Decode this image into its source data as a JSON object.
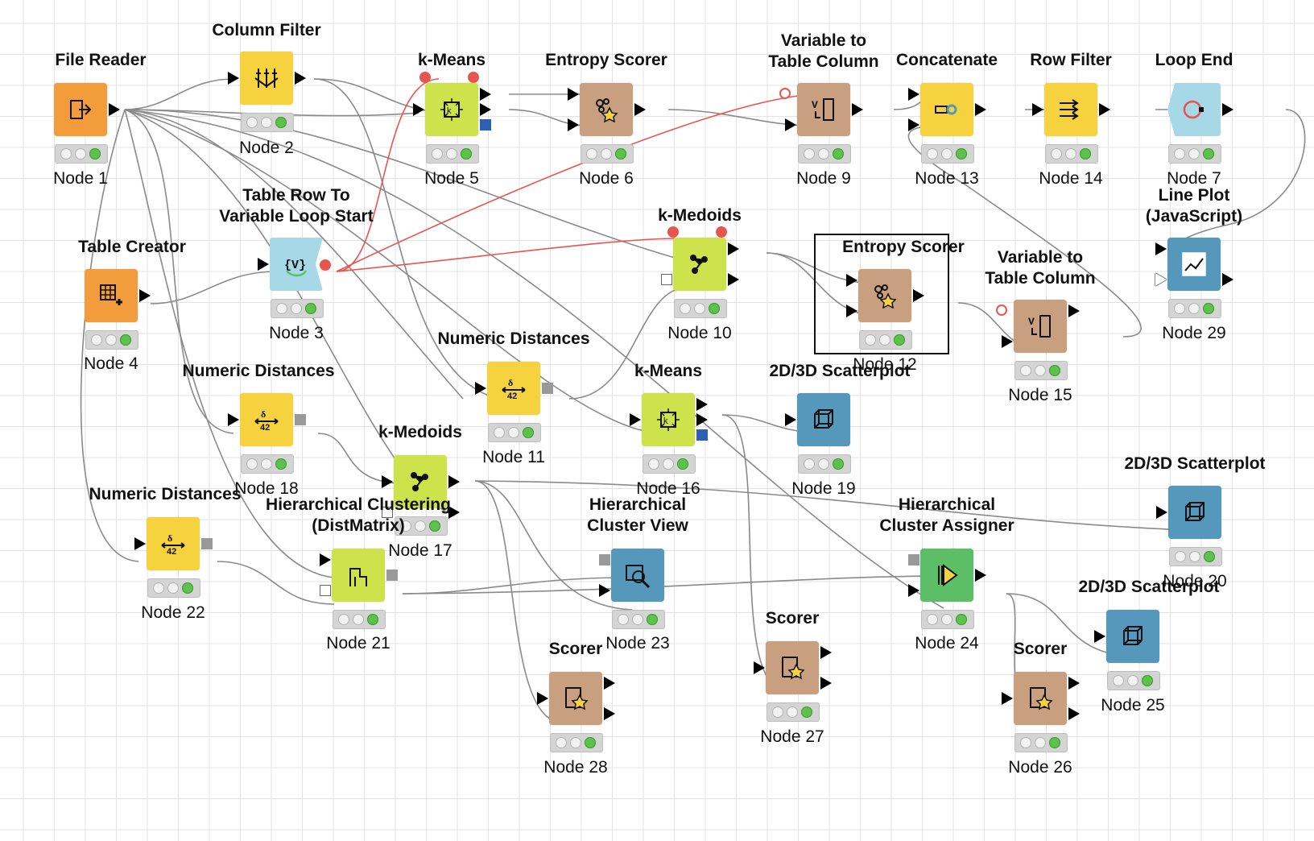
{
  "colors": {
    "io": "#f29c3c",
    "manipulation": "#f6d33e",
    "learner": "#cde34c",
    "scorer": "#c8a080",
    "view": "#5598bb",
    "loop": "#a7d8e8",
    "predictor": "#5cbf68",
    "flow_variable": "#e85550"
  },
  "nodes": [
    {
      "key": "n1",
      "title": "File Reader",
      "label": "Node 1",
      "type": "io",
      "icon": "file-reader-icon"
    },
    {
      "key": "n2",
      "title": "Column Filter",
      "label": "Node 2",
      "type": "manipulation",
      "icon": "column-filter-icon"
    },
    {
      "key": "n3",
      "title": "Table Row To\nVariable Loop Start",
      "label": "Node 3",
      "type": "loop",
      "icon": "loop-start-icon"
    },
    {
      "key": "n4",
      "title": "Table Creator",
      "label": "Node 4",
      "type": "io",
      "icon": "table-creator-icon"
    },
    {
      "key": "n5",
      "title": "k-Means",
      "label": "Node 5",
      "type": "learner",
      "icon": "k-means-icon"
    },
    {
      "key": "n6",
      "title": "Entropy Scorer",
      "label": "Node 6",
      "type": "scorer",
      "icon": "entropy-scorer-icon"
    },
    {
      "key": "n7",
      "title": "Loop End",
      "label": "Node 7",
      "type": "loop",
      "icon": "loop-end-icon"
    },
    {
      "key": "n9",
      "title": "Variable to\nTable Column",
      "label": "Node 9",
      "type": "scorer",
      "icon": "variable-to-column-icon"
    },
    {
      "key": "n10",
      "title": "k-Medoids",
      "label": "Node 10",
      "type": "learner",
      "icon": "k-medoids-icon"
    },
    {
      "key": "n11",
      "title": "Numeric Distances",
      "label": "Node 11",
      "type": "manipulation",
      "icon": "numeric-distances-icon"
    },
    {
      "key": "n12",
      "title": "Entropy Scorer",
      "label": "Node 12",
      "type": "scorer",
      "icon": "entropy-scorer-icon"
    },
    {
      "key": "n13",
      "title": "Concatenate",
      "label": "Node 13",
      "type": "manipulation",
      "icon": "concatenate-icon"
    },
    {
      "key": "n14",
      "title": "Row Filter",
      "label": "Node 14",
      "type": "manipulation",
      "icon": "row-filter-icon"
    },
    {
      "key": "n15",
      "title": "Variable to\nTable Column",
      "label": "Node 15",
      "type": "scorer",
      "icon": "variable-to-column-icon"
    },
    {
      "key": "n16",
      "title": "k-Means",
      "label": "Node 16",
      "type": "learner",
      "icon": "k-means-icon"
    },
    {
      "key": "n17",
      "title": "k-Medoids",
      "label": "Node 17",
      "type": "learner",
      "icon": "k-medoids-icon"
    },
    {
      "key": "n18",
      "title": "Numeric Distances",
      "label": "Node 18",
      "type": "manipulation",
      "icon": "numeric-distances-icon"
    },
    {
      "key": "n19",
      "title": "2D/3D Scatterplot",
      "label": "Node 19",
      "type": "view",
      "icon": "scatterplot-icon"
    },
    {
      "key": "n20",
      "title": "2D/3D Scatterplot",
      "label": "Node 20",
      "type": "view",
      "icon": "scatterplot-icon"
    },
    {
      "key": "n21",
      "title": "Hierarchical Clustering\n(DistMatrix)",
      "label": "Node 21",
      "type": "learner",
      "icon": "hierarchical-clustering-icon"
    },
    {
      "key": "n22",
      "title": "Numeric Distances",
      "label": "Node 22",
      "type": "manipulation",
      "icon": "numeric-distances-icon"
    },
    {
      "key": "n23",
      "title": "Hierarchical\nCluster View",
      "label": "Node 23",
      "type": "view",
      "icon": "cluster-view-icon"
    },
    {
      "key": "n24",
      "title": "Hierarchical\nCluster Assigner",
      "label": "Node 24",
      "type": "predictor",
      "icon": "cluster-assigner-icon"
    },
    {
      "key": "n25",
      "title": "2D/3D Scatterplot",
      "label": "Node 25",
      "type": "view",
      "icon": "scatterplot-icon"
    },
    {
      "key": "n26",
      "title": "Scorer",
      "label": "Node 26",
      "type": "scorer",
      "icon": "scorer-icon"
    },
    {
      "key": "n27",
      "title": "Scorer",
      "label": "Node 27",
      "type": "scorer",
      "icon": "scorer-icon"
    },
    {
      "key": "n28",
      "title": "Scorer",
      "label": "Node 28",
      "type": "scorer",
      "icon": "scorer-icon"
    },
    {
      "key": "n29",
      "title": "Line Plot\n(JavaScript)",
      "label": "Node 29",
      "type": "view",
      "icon": "line-plot-icon"
    }
  ],
  "selected_node": "n12"
}
